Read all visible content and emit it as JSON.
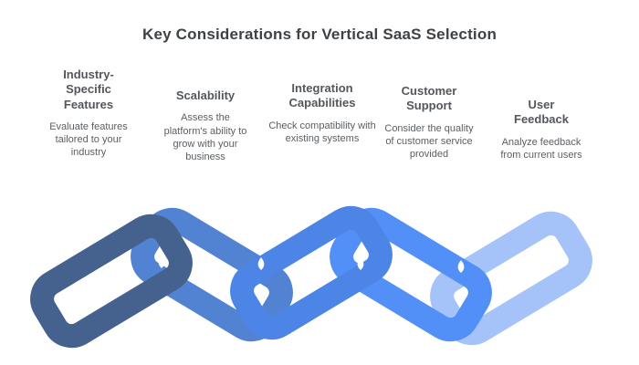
{
  "title": "Key Considerations for Vertical SaaS Selection",
  "columns": [
    {
      "title": "Industry-Specific Features",
      "description": "Evaluate features tailored to your industry"
    },
    {
      "title": "Scalability",
      "description": "Assess the platform's ability to grow with your business"
    },
    {
      "title": "Integration Capabilities",
      "description": "Check compatibility with existing systems"
    },
    {
      "title": "Customer Support",
      "description": "Consider the quality of customer service provided"
    },
    {
      "title": "User Feedback",
      "description": "Analyze feedback from current users"
    }
  ],
  "chain": {
    "description": "interlocked chain links, one per consideration, dark to light blue",
    "links": [
      {
        "name": "industry-specific-features",
        "color": "#45628f"
      },
      {
        "name": "scalability",
        "color": "#5282d2"
      },
      {
        "name": "integration-capabilities",
        "color": "#4c85e6"
      },
      {
        "name": "customer-support",
        "color": "#5290f8"
      },
      {
        "name": "user-feedback",
        "color": "#a5c3f8"
      }
    ],
    "joint_hole_color": "#ffffff"
  },
  "colors": {
    "background": "#ffffff",
    "title_text": "#3e4245",
    "heading_text": "#53575b",
    "body_text": "#5a5f63"
  }
}
